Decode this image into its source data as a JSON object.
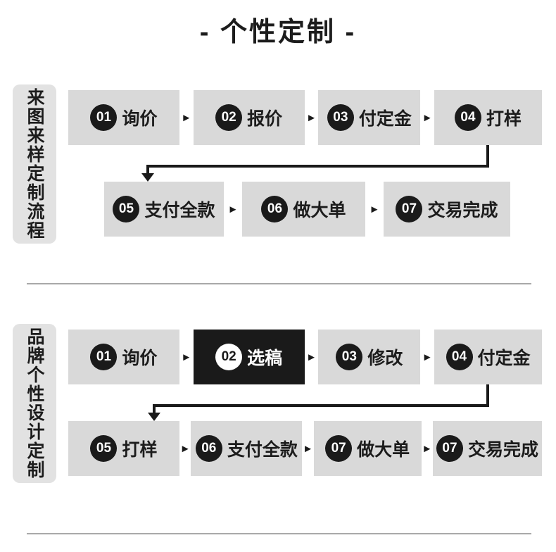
{
  "page": {
    "title": "- 个性定制 -"
  },
  "glyphs": {
    "arrow_right": "►"
  },
  "colors": {
    "step_box_gray": "#d9d9d9",
    "side_label_gray": "#e2e2e2",
    "accent_black": "#1a1a1a",
    "divider_gray": "#a9a9a9"
  },
  "sections": [
    {
      "label": "来图来样定制流程",
      "rows": [
        {
          "steps": [
            {
              "num": "01",
              "text": "询价"
            },
            {
              "num": "02",
              "text": "报价"
            },
            {
              "num": "03",
              "text": "付定金"
            },
            {
              "num": "04",
              "text": "打样"
            }
          ]
        },
        {
          "steps": [
            {
              "num": "05",
              "text": "支付全款"
            },
            {
              "num": "06",
              "text": "做大单"
            },
            {
              "num": "07",
              "text": "交易完成"
            }
          ]
        }
      ]
    },
    {
      "label": "品牌个性设计定制",
      "rows": [
        {
          "steps": [
            {
              "num": "01",
              "text": "询价"
            },
            {
              "num": "02",
              "text": "选稿",
              "highlighted": true
            },
            {
              "num": "03",
              "text": "修改"
            },
            {
              "num": "04",
              "text": "付定金"
            }
          ]
        },
        {
          "steps": [
            {
              "num": "05",
              "text": "打样"
            },
            {
              "num": "06",
              "text": "支付全款"
            },
            {
              "num": "07",
              "text": "做大单"
            },
            {
              "num": "07",
              "text": "交易完成"
            }
          ]
        }
      ]
    }
  ]
}
